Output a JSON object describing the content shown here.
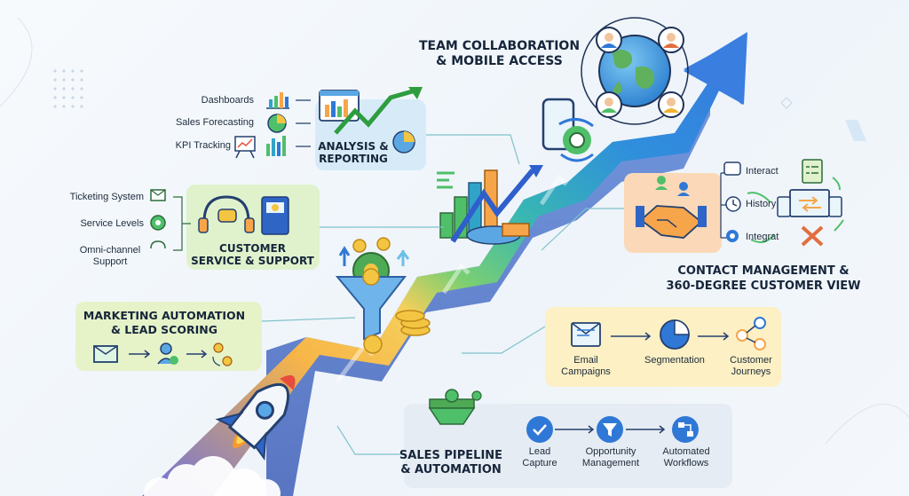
{
  "stages": {
    "team": {
      "title_1": "TEAM COLLABORATION",
      "title_2": "& MOBILE ACCESS"
    },
    "analysis": {
      "title_1": "ANALYSIS &",
      "title_2": "REPORTING",
      "items": [
        "Dashboards",
        "Sales Forecasting",
        "KPI Tracking"
      ]
    },
    "service": {
      "title_1": "CUSTOMER",
      "title_2": "SERVICE & SUPPORT",
      "items": [
        "Ticketing System",
        "Service Levels",
        "Omni-channel",
        "Support"
      ]
    },
    "marketing": {
      "title_1": "MARKETING AUTOMATION",
      "title_2": "& LEAD SCORING"
    },
    "contact": {
      "title_1": "CONTACT MANAGEMENT &",
      "title_2": "360-DEGREE CUSTOMER VIEW",
      "items": [
        "Interact",
        "History",
        "Integrat"
      ]
    },
    "campaigns": {
      "steps": [
        "Email",
        "Campaigns",
        "Segmentation",
        "Customer",
        "Journeys"
      ]
    },
    "pipeline": {
      "title_1": "SALES PIPELINE",
      "title_2": "& AUTOMATION",
      "steps": [
        "Lead",
        "Capture",
        "Opportunity",
        "Management",
        "Automated",
        "Workflows"
      ]
    }
  },
  "colors": {
    "orange": "#f7a54a",
    "green": "#4fbf6a",
    "blue": "#2f78d6",
    "teal": "#31a3c9",
    "navy": "#1d3c78",
    "light_blue_panel": "#d6ebf7",
    "green_panel": "#dff2cc",
    "orange_panel": "#fbd9b8",
    "yellow_panel": "#fcf0c4",
    "gray_panel": "#e4ebf2"
  },
  "icons": [
    "rocket-icon",
    "funnel-icon",
    "coins-icon",
    "gear-icon",
    "arrow-up-icon",
    "globe-icon",
    "avatar-icon",
    "phone-sync-icon",
    "bar-chart-icon",
    "pie-chart-icon",
    "line-chart-icon",
    "headset-icon",
    "book-icon",
    "email-icon",
    "user-check-icon",
    "handshake-icon",
    "chat-icon",
    "clock-icon",
    "gear-icon",
    "devices-icon",
    "tools-icon",
    "segmentation-icon",
    "network-icon",
    "check-circle-icon",
    "filter-icon",
    "workflow-icon"
  ]
}
